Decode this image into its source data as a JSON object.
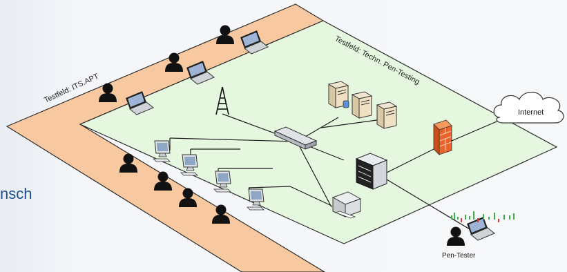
{
  "labels": {
    "zone_its_apt": "Testfeld: ITS.APT",
    "zone_pentest": "Testfeld: Techn. Pen-Testing",
    "internet": "Internet",
    "pen_tester": "Pen-Tester",
    "side_fragment": "nsch"
  },
  "colors": {
    "zone_its_apt": "#f8c9a0",
    "zone_pentest": "#e6f7df",
    "line": "#1a1a1a",
    "firewall": "#e8642a",
    "text_blue": "#1f4e8c"
  },
  "icons": {
    "user": "person-silhouette-icon",
    "laptop": "laptop-icon",
    "pc": "desktop-pc-icon",
    "server": "server-tower-icon",
    "switch": "network-switch-icon",
    "rack": "rack-server-icon",
    "firewall": "firewall-icon",
    "printer": "printer-icon",
    "antenna": "radio-tower-icon",
    "cloud": "cloud-icon"
  }
}
